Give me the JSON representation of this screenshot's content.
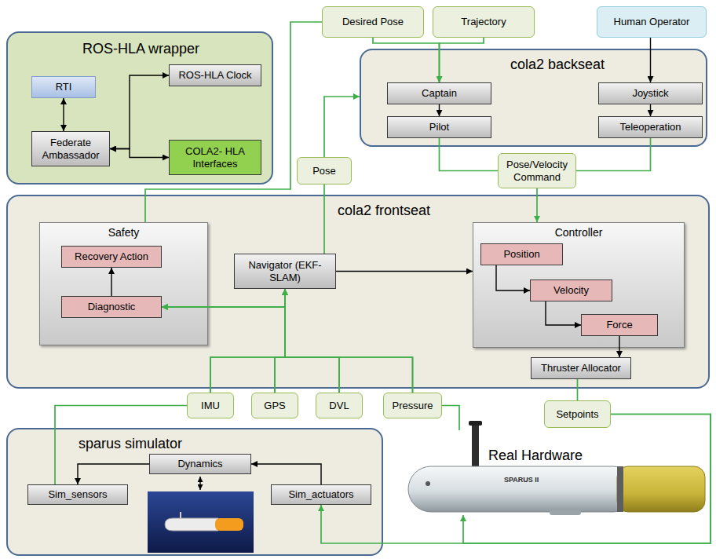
{
  "diagram": {
    "nodes": [
      {
        "text": [
          "ROS-HLA wrapper"
        ]
      },
      {
        "text": [
          "RTI"
        ],
        "in": 0
      },
      {
        "text": [
          "ROS-HLA Clock"
        ],
        "in": 0
      },
      {
        "text": [
          "Federate Ambassador"
        ],
        "in": 0
      },
      {
        "text": [
          "COLA2- HLA Interfaces"
        ],
        "in": 0
      },
      {
        "text": [
          "Desired Pose"
        ]
      },
      {
        "text": [
          "Trajectory"
        ]
      },
      {
        "text": [
          "Human Operator"
        ]
      },
      {
        "text": [
          "cola2 backseat"
        ]
      },
      {
        "text": [
          "Captain"
        ],
        "in": 8
      },
      {
        "text": [
          "Pilot"
        ],
        "in": 8
      },
      {
        "text": [
          "Joystick"
        ],
        "in": 8
      },
      {
        "text": [
          "Teleoperation"
        ],
        "in": 8
      },
      {
        "text": [
          "Pose"
        ]
      },
      {
        "text": [
          "Pose/Velocity Command"
        ]
      },
      {
        "text": [
          "cola2 frontseat"
        ]
      },
      {
        "text": [
          "Safety"
        ],
        "in": 15
      },
      {
        "text": [
          "Recovery Action"
        ],
        "in": 16
      },
      {
        "text": [
          "Diagnostic"
        ],
        "in": 16
      },
      {
        "text": [
          "Navigator (EKF-SLAM)"
        ],
        "in": 15
      },
      {
        "text": [
          "Controller"
        ],
        "in": 15
      },
      {
        "text": [
          "Position"
        ],
        "in": 20
      },
      {
        "text": [
          "Velocity"
        ],
        "in": 20
      },
      {
        "text": [
          "Force"
        ],
        "in": 20
      },
      {
        "text": [
          "Thruster Allocator"
        ],
        "in": 15
      },
      {
        "text": [
          "IMU"
        ]
      },
      {
        "text": [
          "GPS"
        ]
      },
      {
        "text": [
          "DVL"
        ]
      },
      {
        "text": [
          "Pressure"
        ]
      },
      {
        "text": [
          "Setpoints"
        ]
      },
      {
        "text": [
          "sparus simulator"
        ]
      },
      {
        "text": [
          "Dynamics"
        ],
        "in": 30
      },
      {
        "text": [
          "Sim_sensors"
        ],
        "in": 30
      },
      {
        "text": [
          "Sim_actuators"
        ],
        "in": 30
      },
      {
        "text": [
          "Real Hardware"
        ]
      }
    ],
    "edges": [
      {
        "from": 1,
        "to": 3,
        "arrow": "both"
      },
      {
        "from": 3,
        "to": 2,
        "arrow": "both"
      },
      {
        "from": 3,
        "to": 4,
        "arrow": "both"
      },
      {
        "from": 5,
        "to": 9,
        "arrow": "to"
      },
      {
        "from": 6,
        "to": 9,
        "arrow": "to"
      },
      {
        "from": 7,
        "to": 11,
        "arrow": "to"
      },
      {
        "from": 9,
        "to": 10,
        "arrow": "to"
      },
      {
        "from": 11,
        "to": 12,
        "arrow": "to"
      },
      {
        "from": 10,
        "to": 14,
        "arrow": "none"
      },
      {
        "from": 12,
        "to": 14,
        "arrow": "none"
      },
      {
        "from": 14,
        "to": 20,
        "arrow": "to"
      },
      {
        "from": 19,
        "to": 13,
        "arrow": "none"
      },
      {
        "from": 13,
        "to": 8,
        "arrow": "to"
      },
      {
        "from": 16,
        "to": 5,
        "arrow": "none"
      },
      {
        "from": 19,
        "to": 20,
        "arrow": "to"
      },
      {
        "from": 25,
        "to": 19,
        "arrow": "to"
      },
      {
        "from": 26,
        "to": 19,
        "arrow": "to"
      },
      {
        "from": 27,
        "to": 19,
        "arrow": "to"
      },
      {
        "from": 28,
        "to": 19,
        "arrow": "to"
      },
      {
        "from": 25,
        "to": 18,
        "arrow": "to"
      },
      {
        "from": 26,
        "to": 18,
        "arrow": "to"
      },
      {
        "from": 27,
        "to": 18,
        "arrow": "to"
      },
      {
        "from": 28,
        "to": 18,
        "arrow": "to"
      },
      {
        "from": 18,
        "to": 17,
        "arrow": "to"
      },
      {
        "from": 21,
        "to": 22,
        "arrow": "to"
      },
      {
        "from": 22,
        "to": 23,
        "arrow": "to"
      },
      {
        "from": 23,
        "to": 24,
        "arrow": "to"
      },
      {
        "from": 24,
        "to": 29,
        "arrow": "none"
      },
      {
        "from": 29,
        "to": 34,
        "arrow": "to"
      },
      {
        "from": 29,
        "to": 33,
        "arrow": "to"
      },
      {
        "from": 32,
        "to": 25,
        "arrow": "none"
      },
      {
        "from": 34,
        "to": 28,
        "arrow": "none"
      },
      {
        "from": 31,
        "to": 32,
        "arrow": "to"
      },
      {
        "from": 33,
        "to": 31,
        "arrow": "to"
      }
    ],
    "labels": [
      "SPARUS II"
    ]
  }
}
